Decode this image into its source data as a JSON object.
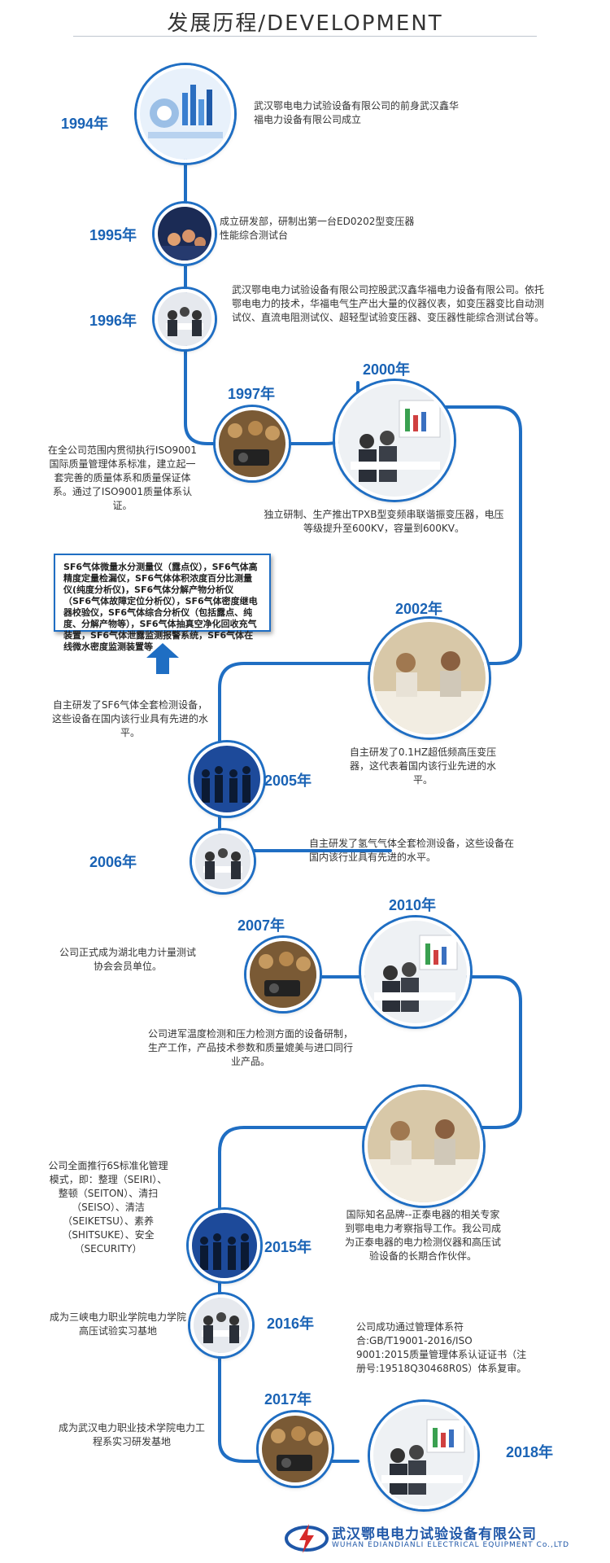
{
  "header": {
    "title": "发展历程/DEVELOPMENT"
  },
  "timeline": {
    "y1994": {
      "year": "1994年",
      "text": "武汉鄂电电力试验设备有限公司的前身武汉鑫华福电力设备有限公司成立"
    },
    "y1995": {
      "year": "1995年",
      "text": "成立研发部，研制出第一台ED0202型变压器性能综合测试台"
    },
    "y1996": {
      "year": "1996年",
      "text": "武汉鄂电电力试验设备有限公司控股武汉鑫华福电力设备有限公司。依托鄂电电力的技术，华福电气生产出大量的仪器仪表，如变压器变比自动测试仪、直流电阻测试仪、超轻型试验变压器、变压器性能综合测试台等。"
    },
    "y1997": {
      "year": "1997年",
      "text": "在全公司范围内贯彻执行ISO9001国际质量管理体系标准，建立起一套完善的质量体系和质量保证体系。通过了ISO9001质量体系认证。"
    },
    "y2000": {
      "year": "2000年",
      "text": "独立研制、生产推出TPXB型变频串联谐振变压器，电压等级提升至600KV，容量到600KV。"
    },
    "y2002": {
      "year": "2002年",
      "text": "自主研发了0.1HZ超低频高压变压器，这代表着国内该行业先进的水平。"
    },
    "sf6_box": "SF6气体微量水分测量仪（露点仪），SF6气体高精度定量检漏仪，SF6气体体积浓度百分比测量仪(纯度分析仪)，SF6气体分解产物分析仪（SF6气体故障定位分析仪），SF6气体密度继电器校验仪，SF6气体综合分析仪（包括露点、纯度、分解产物等），SF6气体抽真空净化回收充气装置，SF6气体泄露监测报警系统，SF6气体在线微水密度监测装置等",
    "sf6_text": "自主研发了SF6气体全套检测设备，这些设备在国内该行业具有先进的水平。",
    "y2005": {
      "year": "2005年"
    },
    "y2006": {
      "year": "2006年",
      "text": "自主研发了氢气气体全套检测设备，这些设备在国内该行业具有先进的水平。"
    },
    "y2007": {
      "year": "2007年",
      "text": "公司正式成为湖北电力计量测试协会会员单位。"
    },
    "y2010": {
      "year": "2010年",
      "text": "公司进军温度检测和压力检测方面的设备研制，生产工作，产品技术参数和质量媲美与进口同行业产品。"
    },
    "y2015": {
      "year": "2015年",
      "text_left": "公司全面推行6S标准化管理模式，即：整理（SEIRI）、整顿（SEITON）、清扫（SEISO）、清洁（SEIKETSU）、素养（SHITSUKE）、安全（SECURITY）",
      "text_right": "国际知名品牌--正泰电器的相关专家到鄂电电力考察指导工作。我公司成为正泰电器的电力检测仪器和高压试验设备的长期合作伙伴。"
    },
    "y2016": {
      "year": "2016年",
      "text_left": "成为三峡电力职业学院电力学院高压试验实习基地",
      "text_right": "公司成功通过管理体系符合:GB/T19001-2016/ISO 9001:2015质量管理体系认证证书（注册号:19518Q30468R0S）体系复审。"
    },
    "y2017": {
      "year": "2017年",
      "text": "成为武汉电力职业技术学院电力工程系实习研发基地"
    },
    "y2018": {
      "year": "2018年"
    }
  },
  "footer": {
    "company_cn": "武汉鄂电电力试验设备有限公司",
    "company_en": "WUHAN EDIANDIANLI ELECTRICAL EQUIPMENT Co.,LTD"
  },
  "colors": {
    "accent": "#1f6ec3",
    "year": "#1a63b5"
  }
}
